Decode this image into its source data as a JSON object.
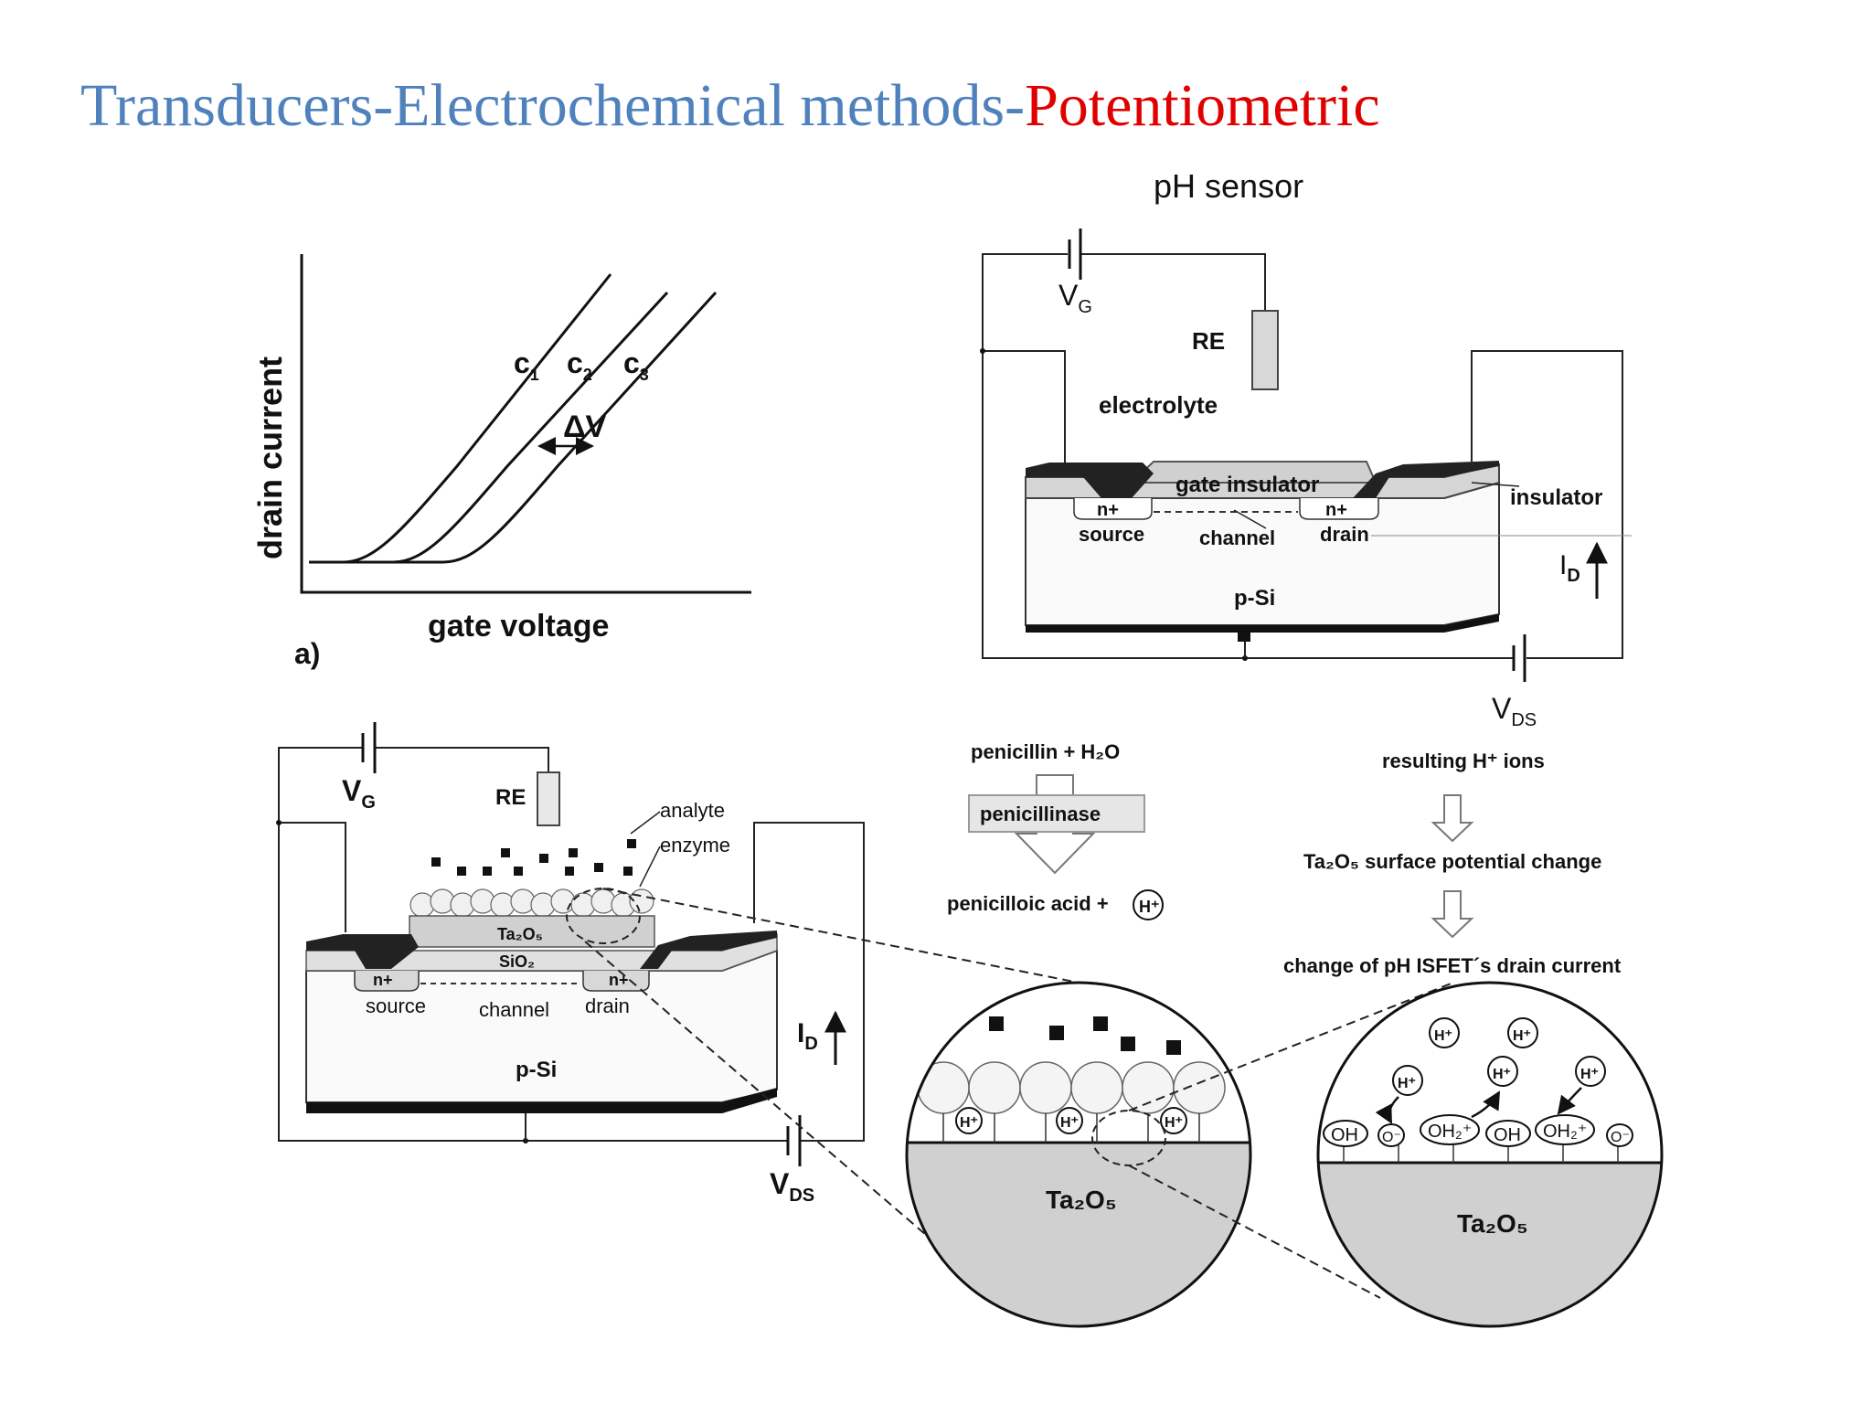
{
  "title": {
    "main": "Transducers-Electrochemical methods-",
    "accent": "Potentiometric"
  },
  "colors": {
    "title_main": "#4f81bd",
    "title_accent": "#e00000"
  },
  "graph": {
    "ylabel": "drain current",
    "xlabel": "gate voltage",
    "panel_label": "a)",
    "curves": [
      "c",
      "c",
      "c"
    ],
    "curve_subs": [
      "1",
      "2",
      "3"
    ],
    "shift_label": "ΔV"
  },
  "ph_sensor": {
    "title": "pH sensor",
    "vg": "V",
    "vg_sub": "G",
    "re": "RE",
    "electrolyte": "electrolyte",
    "gate_insulator": "gate insulator",
    "insulator": "insulator",
    "n_plus": "n+",
    "source": "source",
    "channel": "channel",
    "drain": "drain",
    "substrate": "p-Si",
    "id": "I",
    "id_sub": "D",
    "vds": "V",
    "vds_sub": "DS"
  },
  "enfet": {
    "vg": "V",
    "vg_sub": "G",
    "re": "RE",
    "analyte": "analyte",
    "enzyme": "enzyme",
    "ta2o5": "Ta₂O₅",
    "sio2": "SiO₂",
    "n_plus": "n+",
    "source": "source",
    "channel": "channel",
    "drain": "drain",
    "substrate": "p-Si",
    "id": "I",
    "id_sub": "D",
    "vds": "V",
    "vds_sub": "DS"
  },
  "reaction": {
    "reactants": "penicillin + H₂O",
    "enzyme": "penicillinase",
    "products": "penicilloic acid +",
    "h_ion": "H⁺"
  },
  "chain": {
    "step1": "resulting H⁺ ions",
    "step2": "Ta₂O₅ surface potential change",
    "step3": "change of pH ISFET´s drain current"
  },
  "zoom1": {
    "oxide": "Ta₂O₅",
    "ion": "H⁺"
  },
  "zoom2": {
    "oxide": "Ta₂O₅",
    "ion": "H⁺",
    "oh": "OH",
    "oh2": "OH₂⁺",
    "o": "O⁻"
  }
}
